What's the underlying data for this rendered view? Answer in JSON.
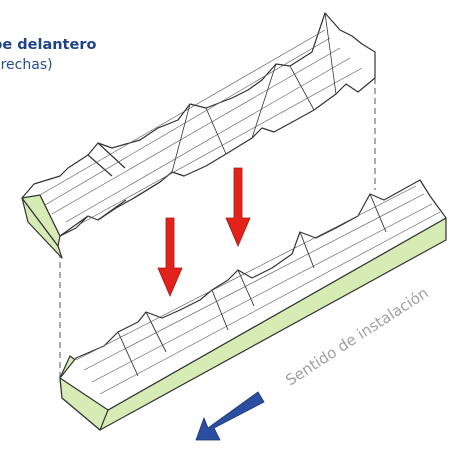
{
  "caption": {
    "line1": "pe delantero",
    "line2": "erechas)"
  },
  "direction_label": "Sentido de instalación",
  "colors": {
    "caption_bold": "#1e4488",
    "caption_normal": "#2a4d8f",
    "panel_steel": "#ffffff",
    "foam_core": "#d6ecb4",
    "arrow_red": "#e3231b",
    "arrow_blue": "#2b4fa0",
    "label_gray": "#a0a0a0",
    "outline": "#333333"
  },
  "icons": [
    "down-arrow-icon",
    "direction-arrow-icon"
  ]
}
